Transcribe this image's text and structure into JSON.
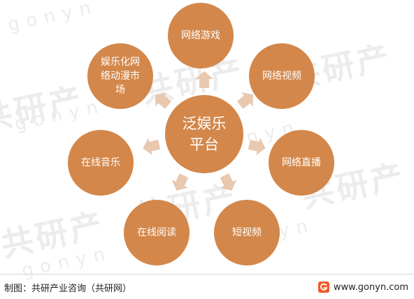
{
  "diagram": {
    "center": "泛娱乐平台",
    "nodes": [
      "网络游戏",
      "网络视频",
      "网络直播",
      "短视频",
      "在线阅读",
      "在线音乐",
      "娱乐化网络动漫市场"
    ]
  },
  "watermark": {
    "brand": "共研产",
    "url": "gonyn"
  },
  "footer": {
    "source": "制图：共研产业咨询（共研网）",
    "website": "www.gonyn.com",
    "logo_icon": "gonyn-logo-icon"
  },
  "colors": {
    "node_fill": "#d3874a",
    "arrow_fill": "#e9c8b0",
    "logo": "#f05a28"
  }
}
